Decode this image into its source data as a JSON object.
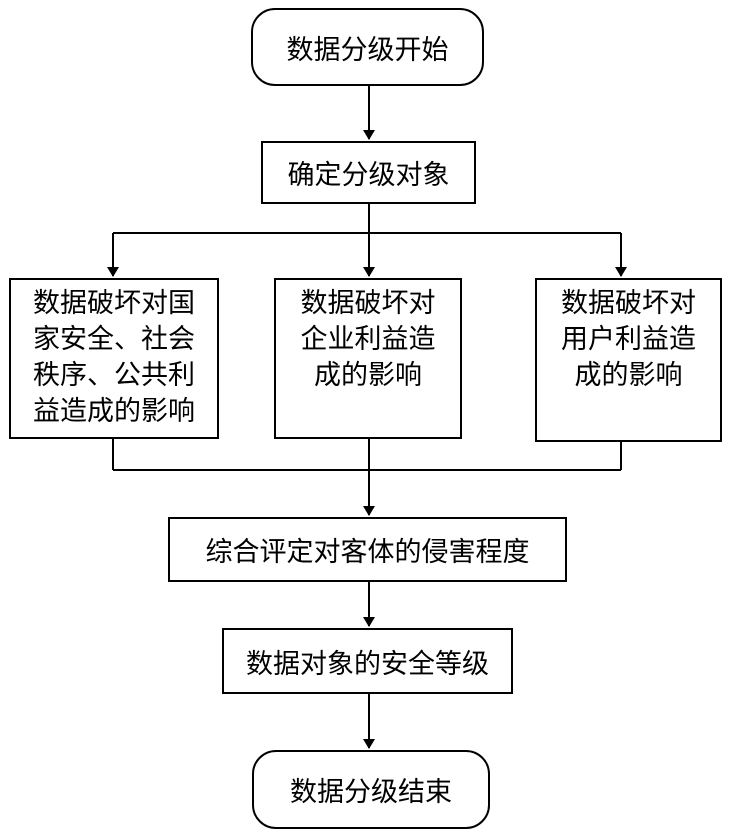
{
  "flowchart": {
    "start": "数据分级开始",
    "determine": "确定分级对象",
    "impacts": [
      {
        "lines": [
          "数据破坏对国",
          "家安全、社会",
          "秩序、公共利",
          "益造成的影响"
        ]
      },
      {
        "lines": [
          "数据破坏对",
          "企业利益造",
          "成的影响"
        ]
      },
      {
        "lines": [
          "数据破坏对",
          "用户利益造",
          "成的影响"
        ]
      }
    ],
    "assess": "综合评定对客体的侵害程度",
    "level": "数据对象的安全等级",
    "end": "数据分级结束"
  }
}
